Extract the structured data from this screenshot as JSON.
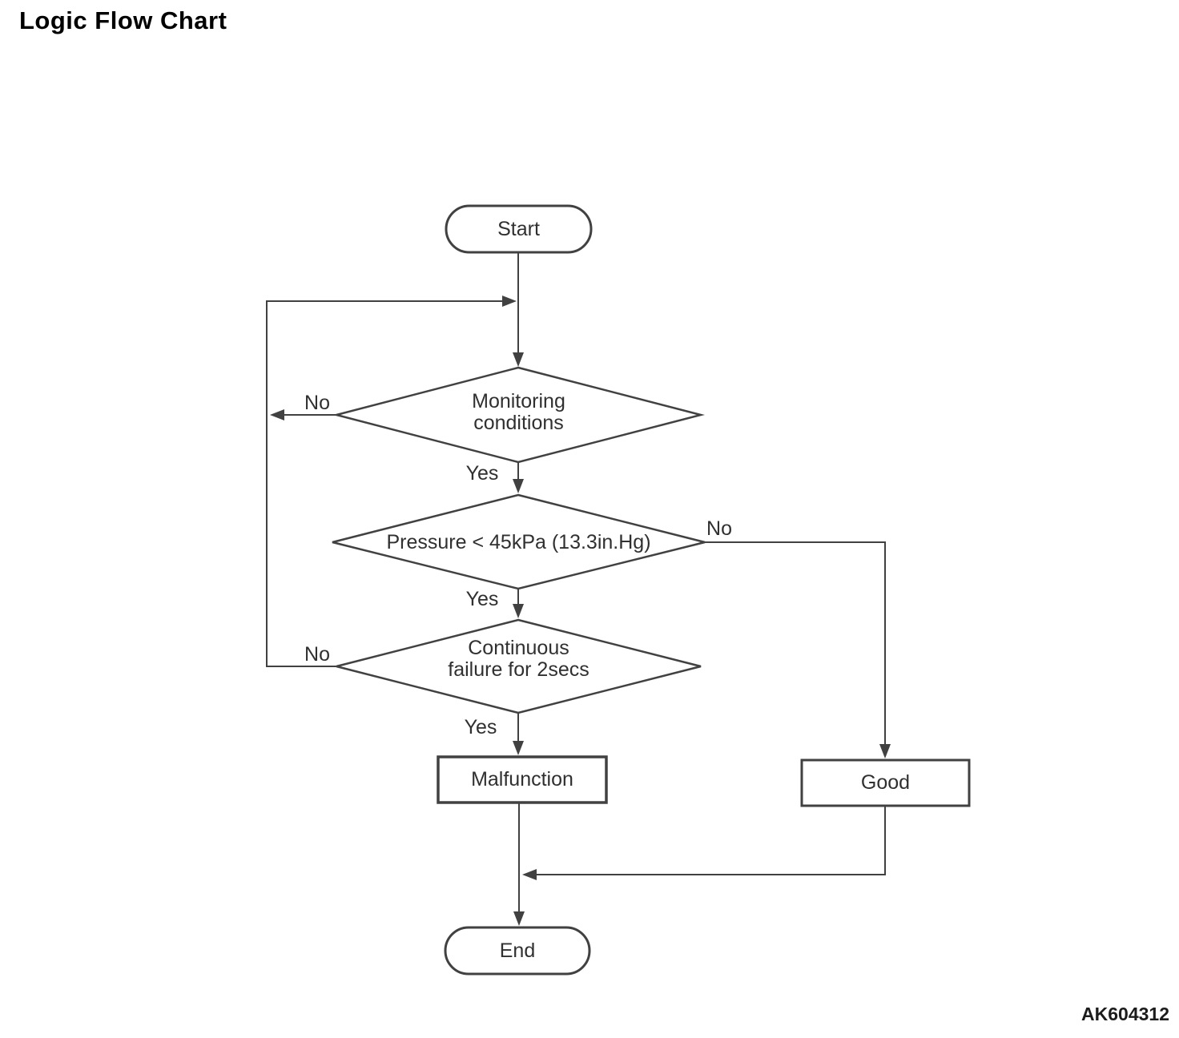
{
  "title": "Logic Flow Chart",
  "figure_code": "AK604312",
  "flowchart": {
    "nodes": {
      "start": {
        "type": "terminator",
        "label": "Start"
      },
      "monitoring": {
        "type": "decision",
        "label": "Monitoring\nconditions"
      },
      "pressure": {
        "type": "decision",
        "label": "Pressure < 45kPa (13.3in.Hg)"
      },
      "continuous": {
        "type": "decision",
        "label": "Continuous\nfailure for 2secs"
      },
      "malfunction": {
        "type": "process",
        "label": "Malfunction"
      },
      "good": {
        "type": "process",
        "label": "Good"
      },
      "end": {
        "type": "terminator",
        "label": "End"
      }
    },
    "edge_labels": {
      "monitoring_no": "No",
      "monitoring_yes": "Yes",
      "pressure_no": "No",
      "pressure_yes": "Yes",
      "continuous_no": "No",
      "continuous_yes": "Yes"
    },
    "colors": {
      "line": "#414141",
      "text": "#303030",
      "title": "#000000",
      "background": "#ffffff"
    }
  }
}
